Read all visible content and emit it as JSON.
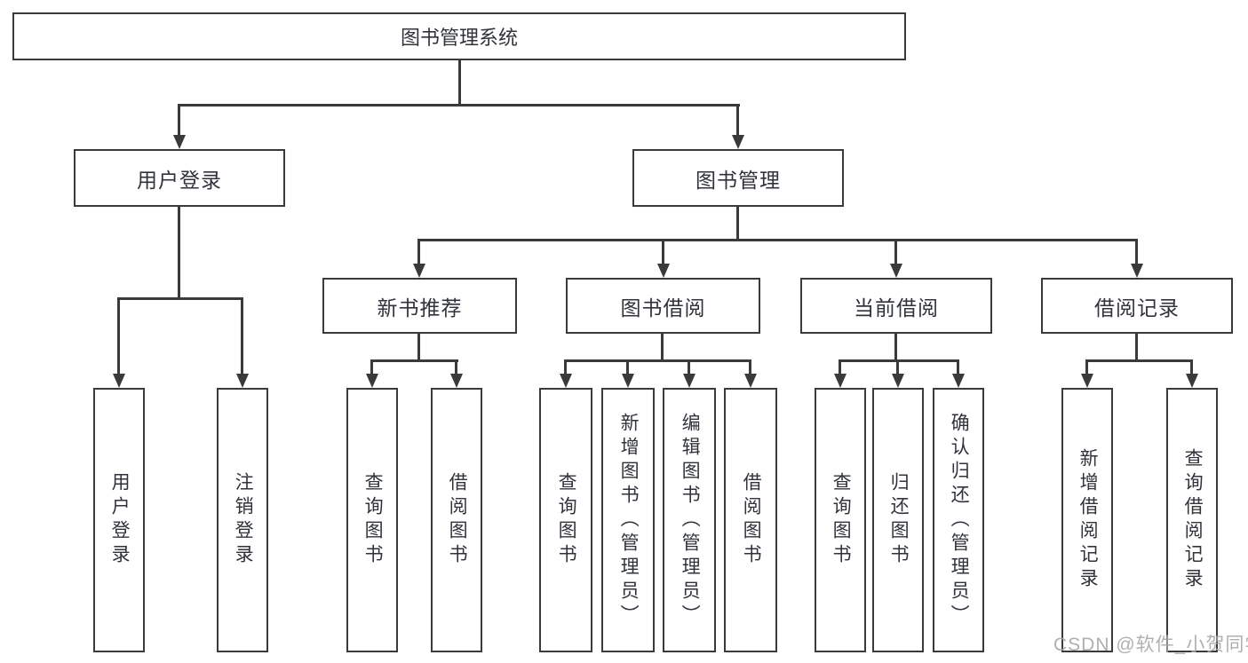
{
  "diagram": {
    "root": "图书管理系统",
    "branches": [
      {
        "label": "用户登录",
        "leaves": [
          "用户登录",
          "注销登录"
        ]
      },
      {
        "label": "图书管理",
        "groups": [
          {
            "label": "新书推荐",
            "leaves": [
              "查询图书",
              "借阅图书"
            ]
          },
          {
            "label": "图书借阅",
            "leaves": [
              "查询图书",
              "新增图书（管理员）",
              "编辑图书（管理员）",
              "借阅图书"
            ]
          },
          {
            "label": "当前借阅",
            "leaves": [
              "查询图书",
              "归还图书",
              "确认归还（管理员）"
            ]
          },
          {
            "label": "借阅记录",
            "leaves": [
              "新增借阅记录",
              "查询借阅记录"
            ]
          }
        ]
      }
    ]
  },
  "watermark": "CSDN @软件_小贺同学",
  "colors": {
    "line": "#3a3a3a",
    "text": "#30333a",
    "watermark": "#a8a8a8",
    "background": "#ffffff"
  }
}
